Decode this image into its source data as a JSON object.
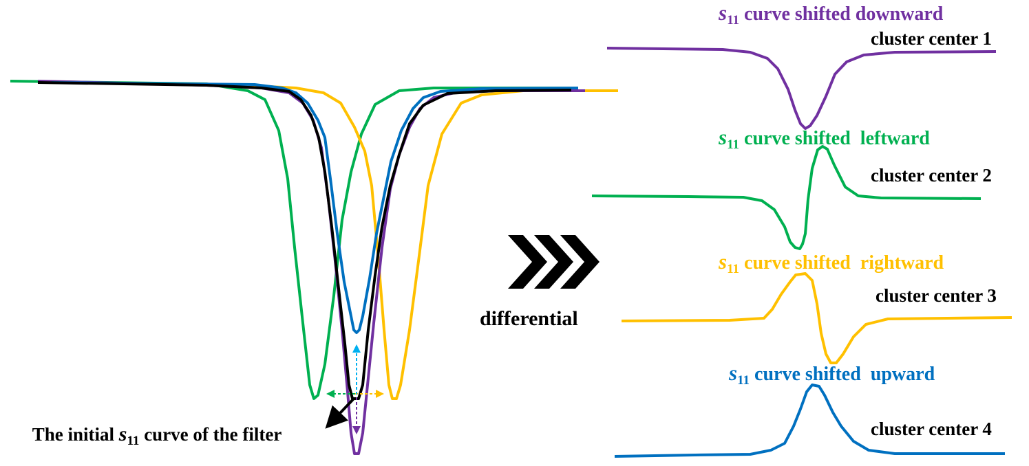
{
  "initial_label": {
    "prefix": "The initial ",
    "sym": "s",
    "sub": "11",
    "suffix": " curve of the filter"
  },
  "process_label": "differential",
  "panels": [
    {
      "caption_sym": "s",
      "caption_sub": "11",
      "caption_text": " curve shifted downward",
      "cluster": "cluster center 1",
      "color": "#7030A0"
    },
    {
      "caption_sym": "s",
      "caption_sub": "11",
      "caption_text": " curve shifted  leftward",
      "cluster": "cluster center 2",
      "color": "#00B050"
    },
    {
      "caption_sym": "s",
      "caption_sub": "11",
      "caption_text": " curve shifted  rightward",
      "cluster": "cluster center 3",
      "color": "#FFC000"
    },
    {
      "caption_sym": "s",
      "caption_sub": "11",
      "caption_text": " curve shifted  upward",
      "cluster": "cluster center 4",
      "color": "#0070C0"
    }
  ],
  "colors": {
    "initial": "#000000",
    "downward": "#7030A0",
    "leftward": "#00B050",
    "rightward": "#FFC000",
    "upward": "#0070C0",
    "arrow_up": "#00B0F0"
  }
}
